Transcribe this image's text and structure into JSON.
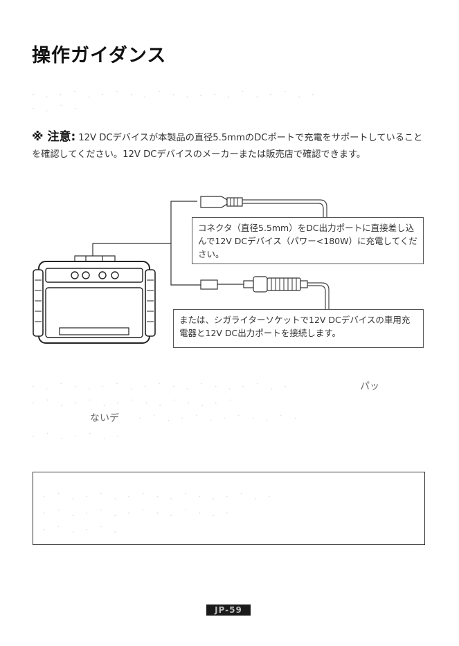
{
  "page": {
    "title": "操作ガイダンス",
    "note_label": "※ 注意:",
    "note_text": "12V DCデバイスが本製品の直径5.5mmのDCポートで充電をサポートしていることを確認してください。12V DCデバイスのメーカーまたは販売店で確認できます。",
    "callout_1": "コネクタ（直径5.5mm）をDC出力ポートに直接差し込んで12V DCデバイス（パワー<180W）に充電してください。",
    "callout_2": "または、シガライターソケットで12V DCデバイスの車用充電器と12V DC出力ポートを接続します。",
    "fragment_1": "パッ",
    "fragment_2": "ないデ",
    "page_number": "JP-59"
  }
}
